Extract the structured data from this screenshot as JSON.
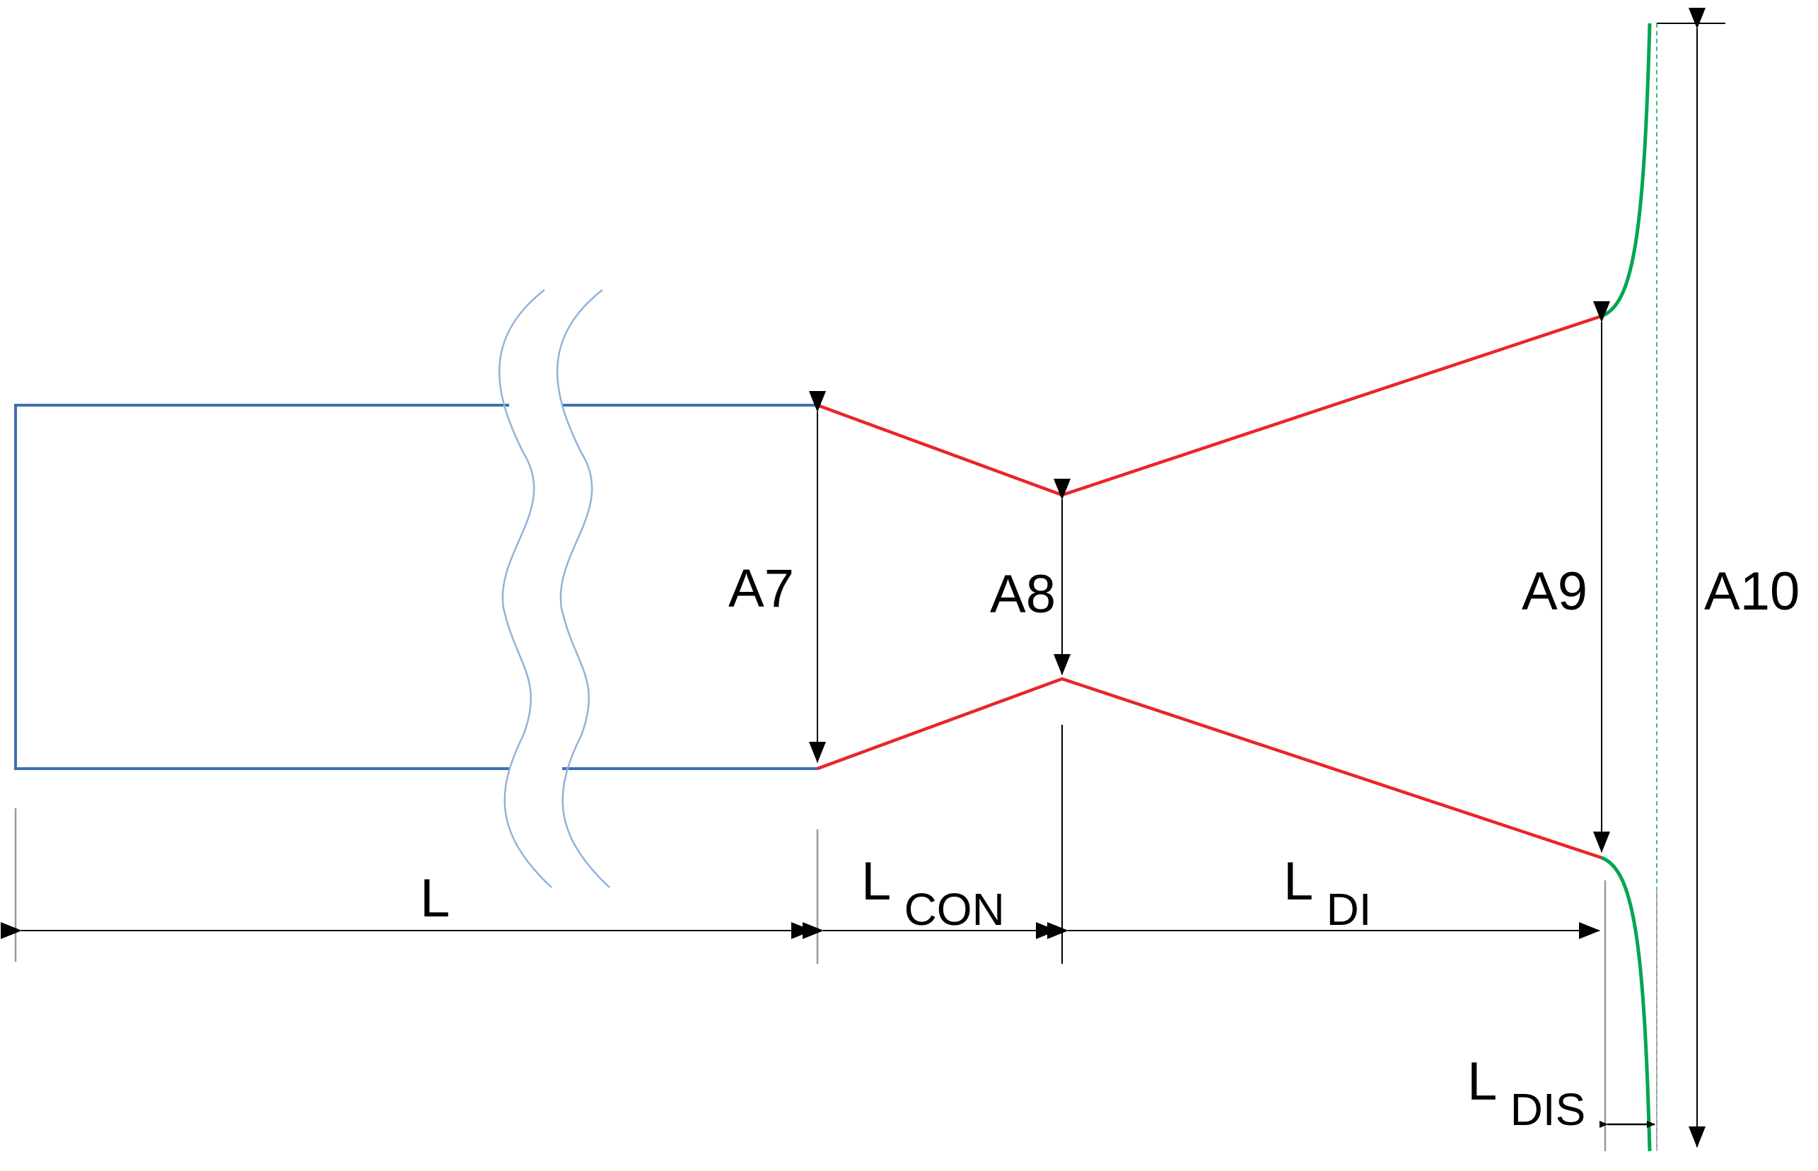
{
  "labels": {
    "a7": "A7",
    "a8": "A8",
    "a9": "A9",
    "a10": "A10",
    "l": "L",
    "l_con_main": "L",
    "l_con_sub": "CON",
    "l_di_main": "L",
    "l_di_sub": "DI",
    "l_dis_main": "L",
    "l_dis_sub": "DIS"
  },
  "colors": {
    "duct": "#3f6fb0",
    "nozzle": "#e8262a",
    "flare": "#00a651",
    "break_mark": "#8fb3d9",
    "dimension": "#000000",
    "extension": "#999999"
  }
}
